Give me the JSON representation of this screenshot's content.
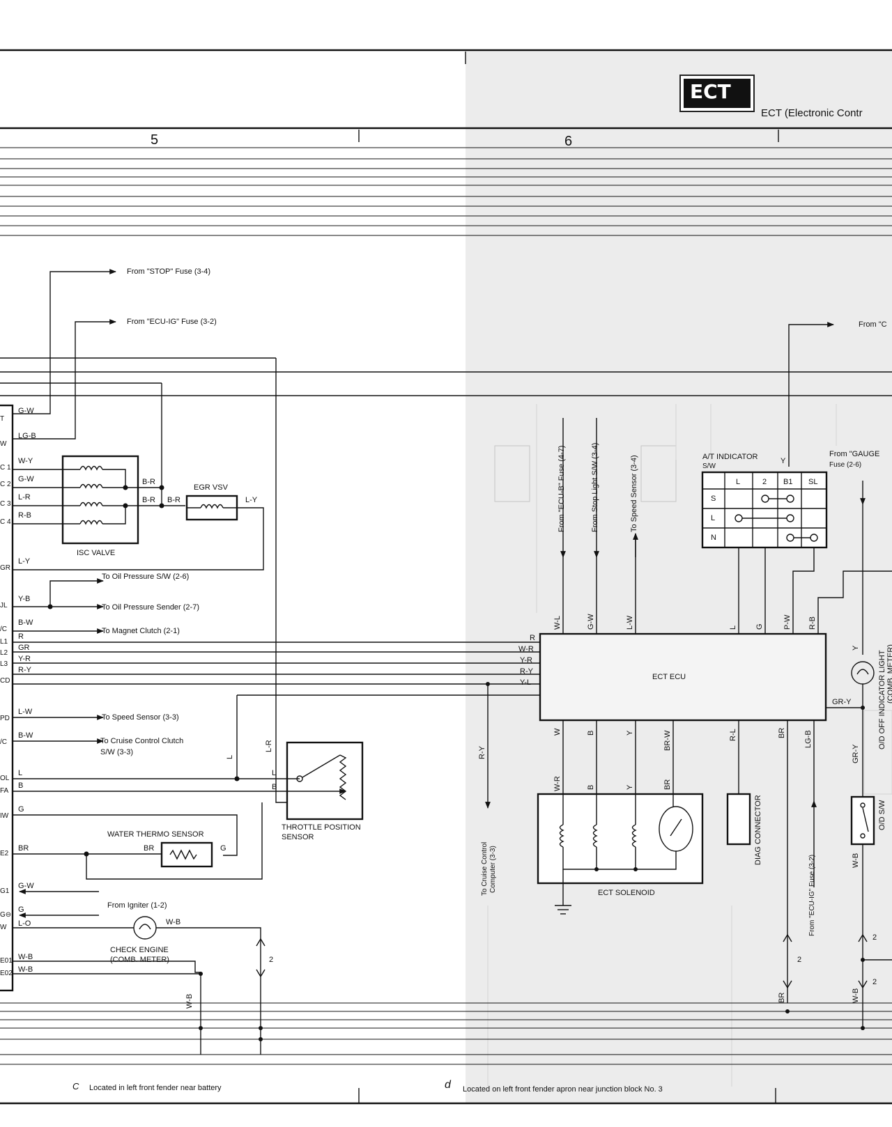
{
  "header": {
    "badge": "ECT",
    "title": "ECT (Electronic Contr",
    "column_5": "5",
    "column_6": "6"
  },
  "feeds": {
    "stop_fuse": "From \"STOP\" Fuse (3-4)",
    "ecu_ig_fuse": "From \"ECU-IG\" Fuse (3-2)",
    "from_c_partial": "From \"C",
    "gauge_fuse_1": "From \"GAUGE",
    "gauge_fuse_2": "Fuse (2-6)"
  },
  "left_pins": [
    "T",
    "W",
    "C 1",
    "C 2",
    "C 3",
    "C 4",
    "GR",
    "JL",
    "/C",
    "L1",
    "L2",
    "L3",
    "CD",
    "PD",
    "/C",
    "OL",
    "FA",
    "IW",
    "E2",
    "G1",
    "G⊖",
    "W",
    "E01",
    "E02"
  ],
  "left_wires": {
    "g_w": "G-W",
    "lg_b": "LG-B",
    "w_y": "W-Y",
    "g_w2": "G-W",
    "l_r": "L-R",
    "r_b": "R-B",
    "l_y": "L-Y",
    "y_b": "Y-B",
    "b_w": "B-W",
    "r": "R",
    "gr": "GR",
    "y_r": "Y-R",
    "r_y": "R-Y",
    "l_w": "L-W",
    "b_w2": "B-W",
    "l": "L",
    "b": "B",
    "g": "G",
    "br": "BR",
    "g_w3": "G-W",
    "g2": "G",
    "l_o": "L-O",
    "w_b": "W-B",
    "w_b2": "W-B",
    "w_b_vert": "W-B"
  },
  "isc": {
    "label": "ISC VALVE",
    "br1": "B-R",
    "br2": "B-R",
    "br3": "B-R"
  },
  "egr": {
    "label": "EGR VSV",
    "out": "L-Y"
  },
  "destinations": {
    "oil_sw": "To Oil Pressure S/W (2-6)",
    "oil_sender": "To Oil Pressure Sender (2-7)",
    "magnet_clutch": "To Magnet Clutch (2-1)",
    "speed_sensor": "To Speed Sensor (3-3)",
    "cruise_clutch_1": "To Cruise Control Clutch",
    "cruise_clutch_2": "S/W (3-3)"
  },
  "throttle": {
    "label_1": "THROTTLE POSITION",
    "label_2": "SENSOR",
    "l": "L",
    "b": "B",
    "l_vert": "L",
    "l_r": "L-R"
  },
  "water_thermo": {
    "label": "WATER THERMO SENSOR",
    "br": "BR",
    "g": "G"
  },
  "igniter": "From Igniter (1-2)",
  "check_engine": {
    "label_1": "CHECK ENGINE",
    "label_2": "(COMB. METER)",
    "w_b": "W-B",
    "num": "2"
  },
  "at_indicator": {
    "title_1": "A/T INDICATOR",
    "title_2": "S/W",
    "y": "Y",
    "cols": [
      "L",
      "2",
      "B1",
      "SL"
    ],
    "rows": [
      "S",
      "L",
      "N"
    ]
  },
  "ecu_top_inputs": {
    "ecu_b": "From \"ECU-B\" Fuse (4-7)",
    "stop_light": "From Stop Light S/W (3-4)",
    "speed_sensor": "To Speed Sensor (3-4)"
  },
  "ecu": {
    "label": "ECT ECU",
    "top_pins": [
      "W-L",
      "G-W",
      "L-W",
      "L",
      "G",
      "P-W",
      "R-B"
    ],
    "left_pins": [
      "R",
      "W-R",
      "Y-R",
      "R-Y",
      "Y-L"
    ],
    "bottom_pins": [
      "W",
      "B",
      "Y",
      "BR-W",
      "R-L",
      "BR",
      "LG-B"
    ],
    "right_pin": "GR-Y"
  },
  "solenoid": {
    "label": "ECT SOLENOID",
    "w_r": "W-R",
    "b": "B",
    "y": "Y",
    "br": "BR"
  },
  "cruise_computer": {
    "wire": "R-Y",
    "label_1": "To Cruise Control",
    "label_2": "Computer (3-3)"
  },
  "diag": "DIAG CONNECTOR",
  "ecu_ig_lower": "From \"ECU-IG\" Fuse (3-2)",
  "od": {
    "light_1": "O/D OFF INDICATOR LIGHT",
    "light_2": "(COMB. METER)",
    "y": "Y",
    "gr_y": "GR-Y",
    "switch": "O/D S/W",
    "w_b": "W-B"
  },
  "connectors": {
    "c2a": "2",
    "c2b": "2",
    "c2c": "2",
    "br_lower": "BR",
    "wb_lower": "W-B"
  },
  "footer": {
    "note_c_mark": "C",
    "note_c": "Located in left front fender near battery",
    "note_d_mark": "d",
    "note_d": "Located on left front fender apron near junction block No. 3"
  }
}
